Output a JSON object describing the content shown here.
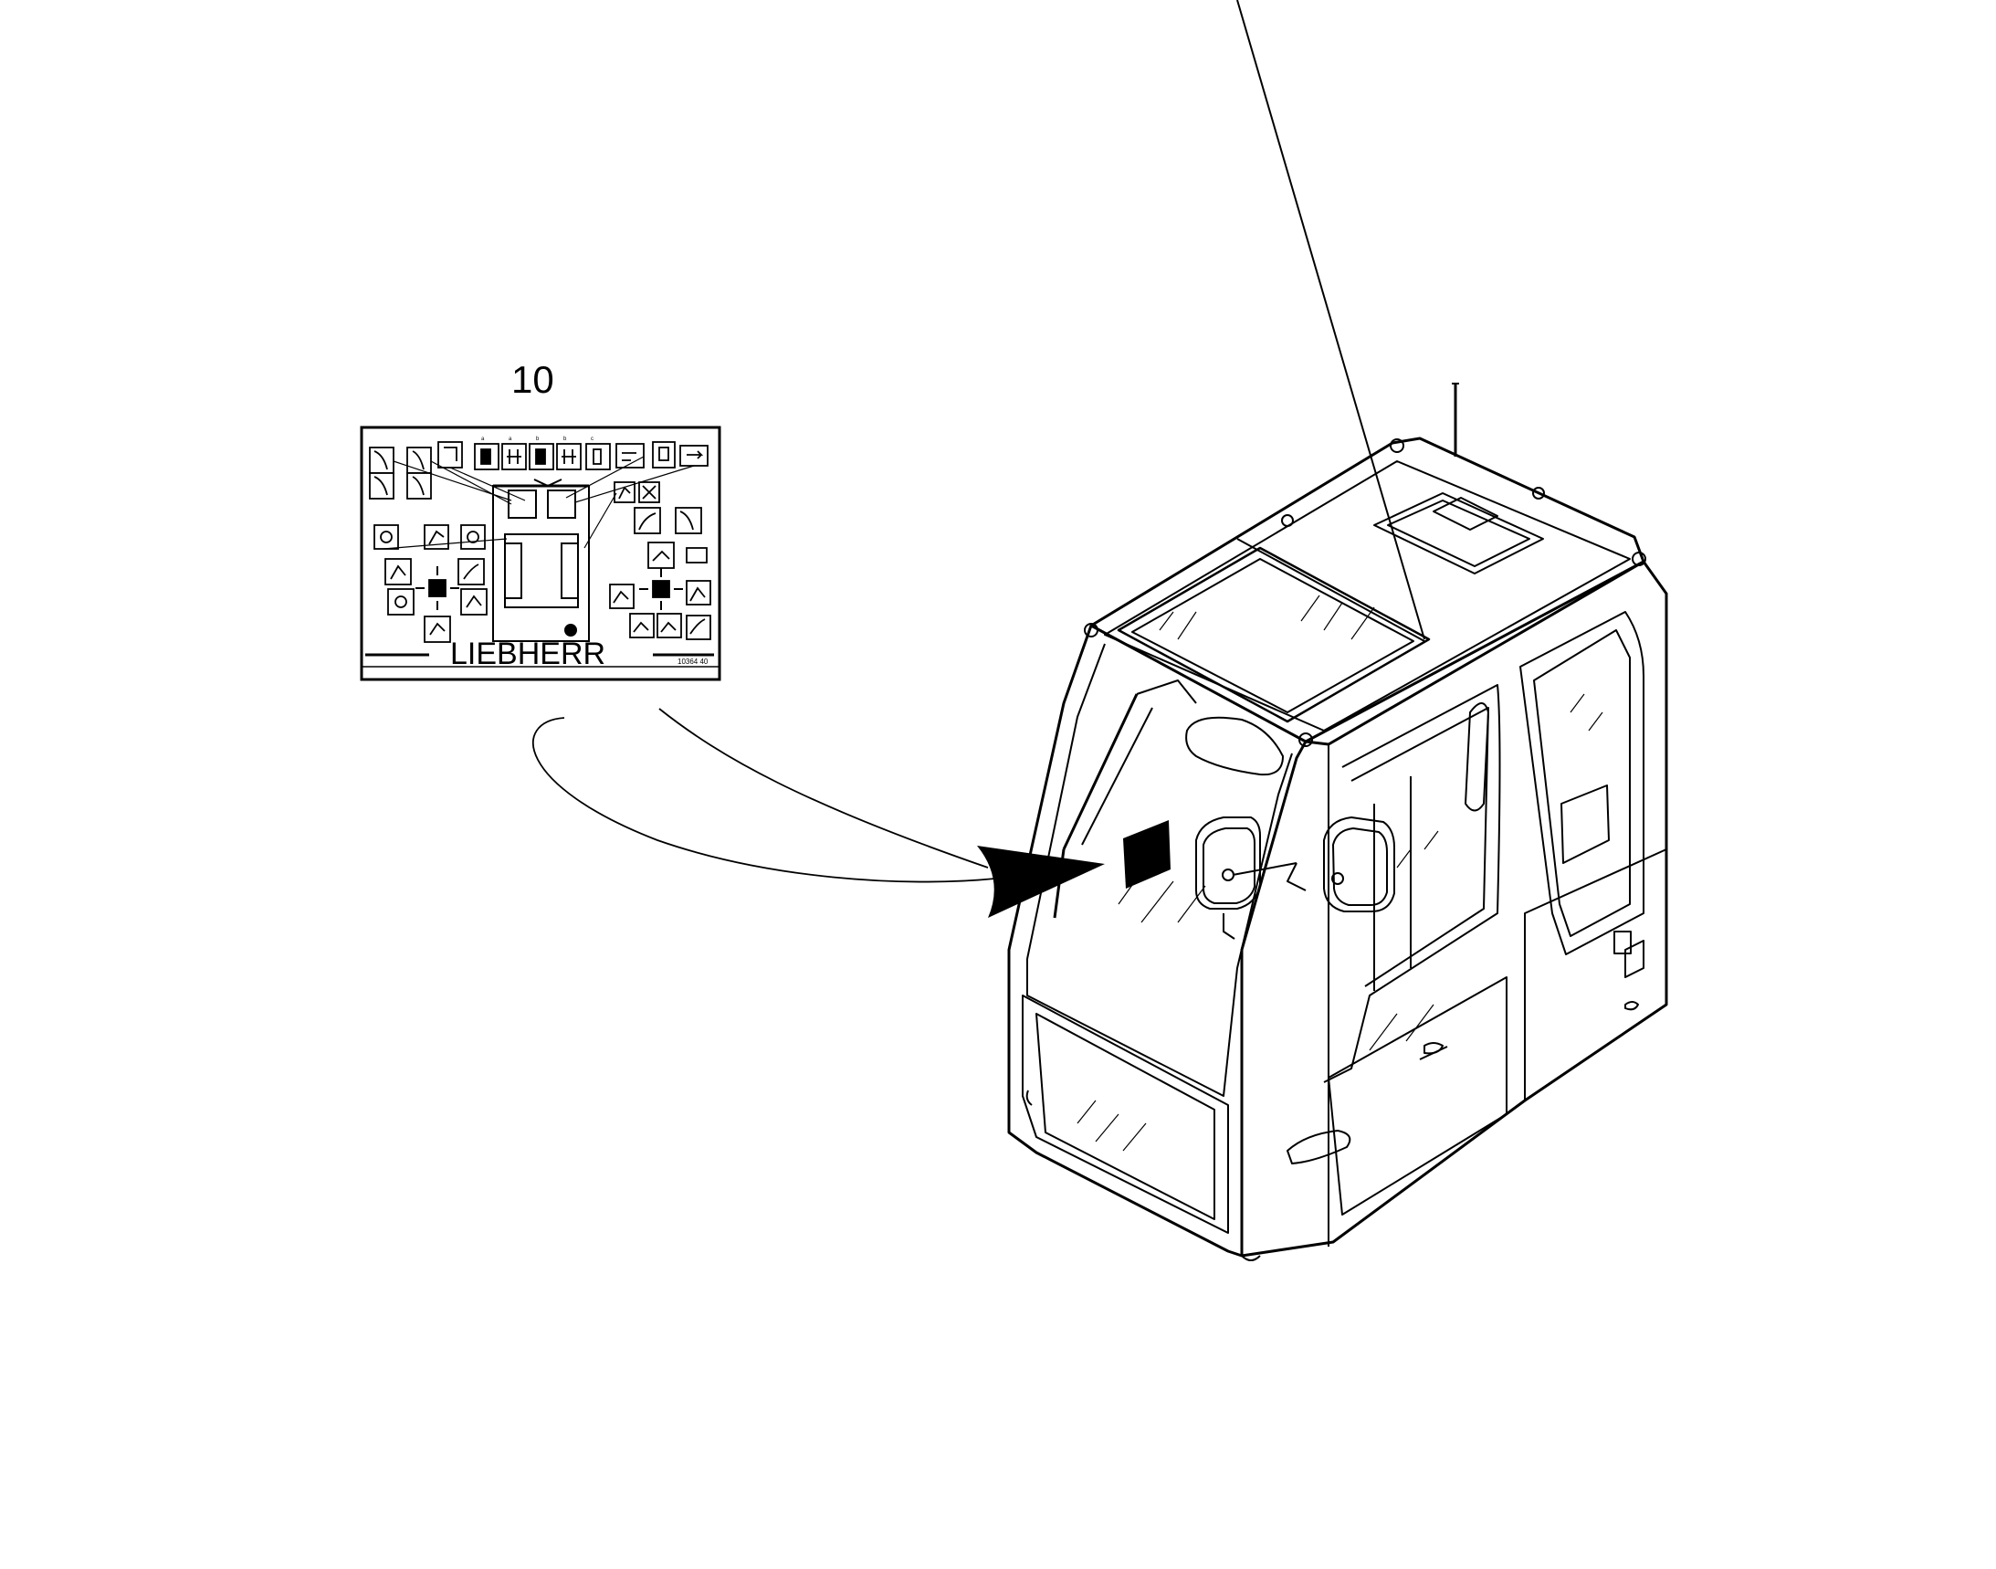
{
  "callout": {
    "number": "10"
  },
  "decal": {
    "brand": "LIEBHERR",
    "part_code": "10364 40"
  }
}
